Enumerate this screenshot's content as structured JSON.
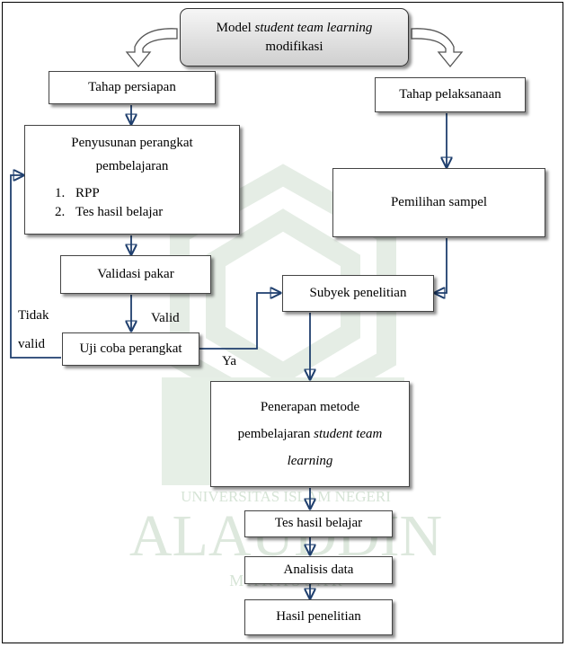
{
  "nodes": {
    "model": {
      "text": "Model ",
      "italic": "student team learning",
      "line2": "modifikasi"
    },
    "tahap_persiapan": "Tahap persiapan",
    "tahap_pelaksanaan": "Tahap pelaksanaan",
    "penyusunan": {
      "title_line1": "Penyusunan perangkat",
      "title_line2": "pembelajaran",
      "items": [
        "RPP",
        "Tes hasil belajar"
      ]
    },
    "pemilihan_sampel": "Pemilihan sampel",
    "validasi_pakar": "Validasi pakar",
    "subyek_penelitian": "Subyek penelitian",
    "uji_coba": "Uji coba perangkat",
    "penerapan": {
      "line1": "Penerapan metode",
      "line2": "pembelajaran ",
      "line2_italic": "student team",
      "line3_italic": "learning"
    },
    "tes_hasil_belajar": "Tes hasil belajar",
    "analisis_data": "Analisis data",
    "hasil_penelitian": "Hasil penelitian"
  },
  "edge_labels": {
    "tidak": "Tidak",
    "valid_left": "valid",
    "valid": "Valid",
    "ya": "Ya"
  },
  "watermark": {
    "line1": "UNIVERSITAS ISLAM NEGERI",
    "line2": "ALAUDDIN",
    "line3": "M  A  K  A  S  S  A  R"
  },
  "colors": {
    "arrow": "#1f3f6e",
    "box_border": "#444444",
    "watermark": "#d2e2d2"
  }
}
